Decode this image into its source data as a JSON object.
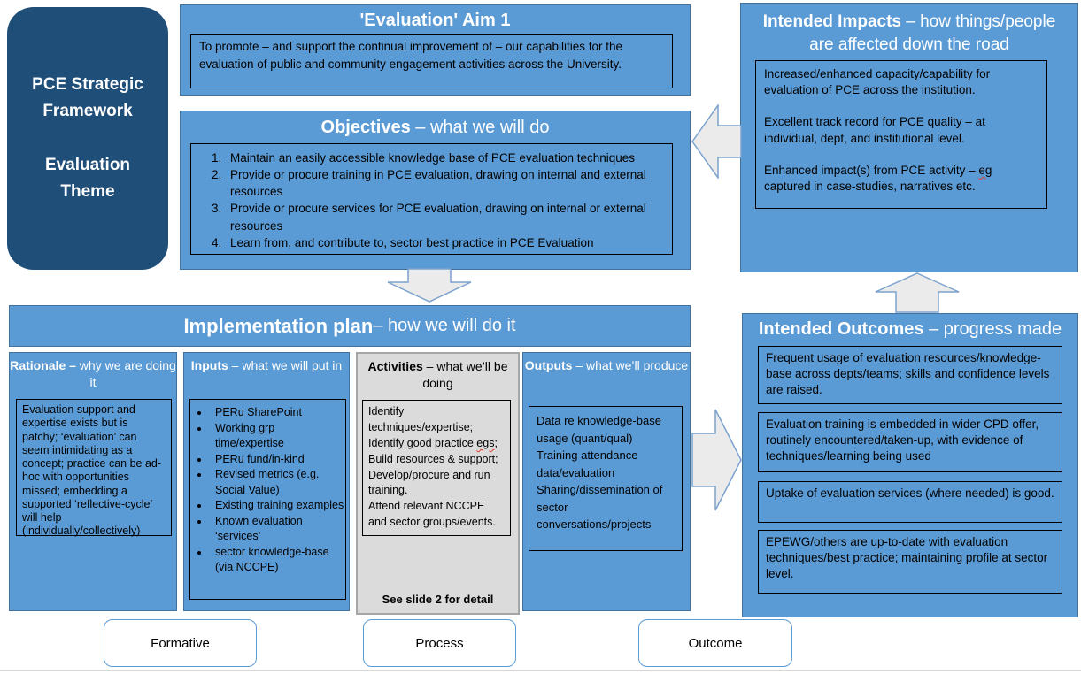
{
  "colors": {
    "panel_blue": "#5B9BD5",
    "panel_blue_border": "#41719C",
    "dark_blue": "#1F4E79",
    "activities_gray": "#DBDBDB",
    "activities_gray_border": "#A6A6A6",
    "arrow_fill": "#ECEBEB",
    "arrow_border": "#7BA2CE",
    "spellcheck_red": "#E03C31"
  },
  "sidebar": {
    "line1": "PCE Strategic Framework",
    "line2": "Evaluation Theme"
  },
  "aim": {
    "title": "'Evaluation' Aim 1",
    "body": "To promote – and support the continual improvement of – our capabilities for the evaluation of public and community engagement activities across the University."
  },
  "objectives": {
    "title_bold": "Objectives",
    "title_rest": " – what we will do",
    "items": [
      "Maintain an easily accessible knowledge base of PCE evaluation techniques",
      "Provide or procure training in PCE evaluation, drawing on internal and external resources",
      "Provide or procure services for PCE evaluation, drawing on internal or external resources",
      "Learn from, and contribute to, sector best practice in PCE Evaluation"
    ]
  },
  "impacts": {
    "title_bold": "Intended Impacts",
    "title_rest": " – how things/people are affected down the road",
    "para1": "Increased/enhanced capacity/capability for evaluation of PCE across the institution.",
    "para2": "Excellent track record for PCE quality – at individual, dept, and institutional level.",
    "para3_pre": "Enhanced impact(s) from PCE activity – ",
    "para3_typo": "eg",
    "para3_post": " captured in case-studies, narratives etc."
  },
  "implementation": {
    "title_bold": "Implementation plan",
    "title_rest": "– how we will do it"
  },
  "columns": {
    "rationale": {
      "header_bold": "Rationale –",
      "header_rest": " why we are doing it",
      "body": "Evaluation support and expertise exists but is patchy; ‘evaluation’ can seem intimidating as a concept; practice can be ad-hoc with opportunities missed; embedding a supported ‘reflective-cycle’ will help (individually/collectively)"
    },
    "inputs": {
      "header_bold": "Inputs",
      "header_rest": " – what we will put in",
      "bullets": [
        "PERu SharePoint",
        "Working grp time/expertise",
        "PERu fund/in-kind",
        "Revised metrics (e.g. Social Value)",
        "Existing training examples",
        "Known evaluation ‘services’",
        "sector knowledge-base (via NCCPE)"
      ]
    },
    "activities": {
      "header_bold": "Activities",
      "header_rest": " – what we’ll be doing",
      "line1": "Identify techniques/expertise;",
      "line2_pre": "Identify good practice ",
      "line2_typo": "egs",
      "line2_post": ";",
      "line3": "Build resources & support;",
      "line4": "Develop/procure and run training.",
      "line5": "Attend relevant NCCPE and sector groups/events.",
      "footer": "See slide 2 for detail"
    },
    "outputs": {
      "header_bold": "Outputs",
      "header_rest": " – what we’ll produce",
      "line1": "Data re knowledge-base usage (quant/qual)",
      "line2": "Training attendance data/evaluation",
      "line3": "Sharing/dissemination of sector conversations/projects"
    }
  },
  "outcomes": {
    "title_bold": "Intended Outcomes",
    "title_rest": " – progress made",
    "box1": "Frequent usage of evaluation resources/knowledge-base across depts/teams; skills and confidence levels are raised.",
    "box2": "Evaluation training is embedded in wider CPD offer, routinely encountered/taken-up, with evidence of techniques/learning being used",
    "box3": "Uptake of evaluation services (where needed) is good.",
    "box4": "EPEWG/others are up-to-date with evaluation techniques/best practice; maintaining profile at sector level."
  },
  "tags": {
    "formative": "Formative",
    "process": "Process",
    "outcome": "Outcome"
  }
}
